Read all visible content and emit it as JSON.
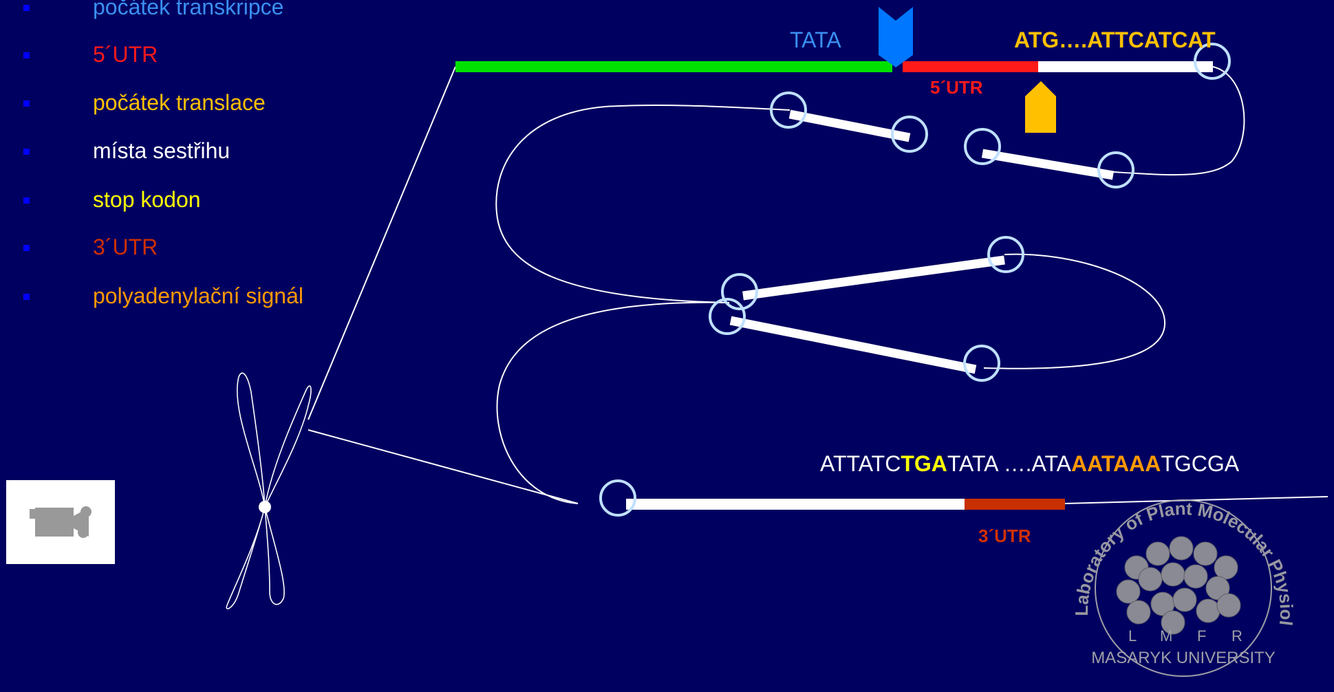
{
  "legend": [
    {
      "text": "počátek transkripce",
      "color": "#3a8ff0"
    },
    {
      "text": "5´UTR",
      "color": "#ff1a1a"
    },
    {
      "text": "počátek translace",
      "color": "#ffc000"
    },
    {
      "text": "místa sestřihu",
      "color": "#ffffff"
    },
    {
      "text": "stop kodon",
      "color": "#ffff00"
    },
    {
      "text": "3´UTR",
      "color": "#d03000"
    },
    {
      "text": "polyadenylační signál",
      "color": "#ff9900"
    }
  ],
  "labels": {
    "tata": "TATA",
    "atg": "ATG….ATTCATCAT",
    "utr5": "5´UTR",
    "utr3": "3´UTR"
  },
  "sequence": {
    "pre": "ATTATC",
    "stop": "TGA",
    "mid": "TATA ….ATA",
    "polya": "AATAAA",
    "post": "TGCGA"
  },
  "logo": {
    "arc_text": "Laboratory of Plant Molecular Physiology",
    "letters": [
      "L",
      "M",
      "F",
      "R"
    ],
    "university": "MASARYK UNIVERSITY"
  },
  "icons": {
    "video": "video-camera-icon",
    "tss": "arrow-down-marker-icon",
    "translation_start": "arrow-up-marker-icon"
  },
  "colors": {
    "background": "#000060",
    "promoter": "#00e000",
    "utr5": "#ff1a1a",
    "utr3": "#d03000",
    "tss_marker": "#0077ff",
    "atg_marker": "#ffc000",
    "splice_circle": "#bfe0ff"
  }
}
